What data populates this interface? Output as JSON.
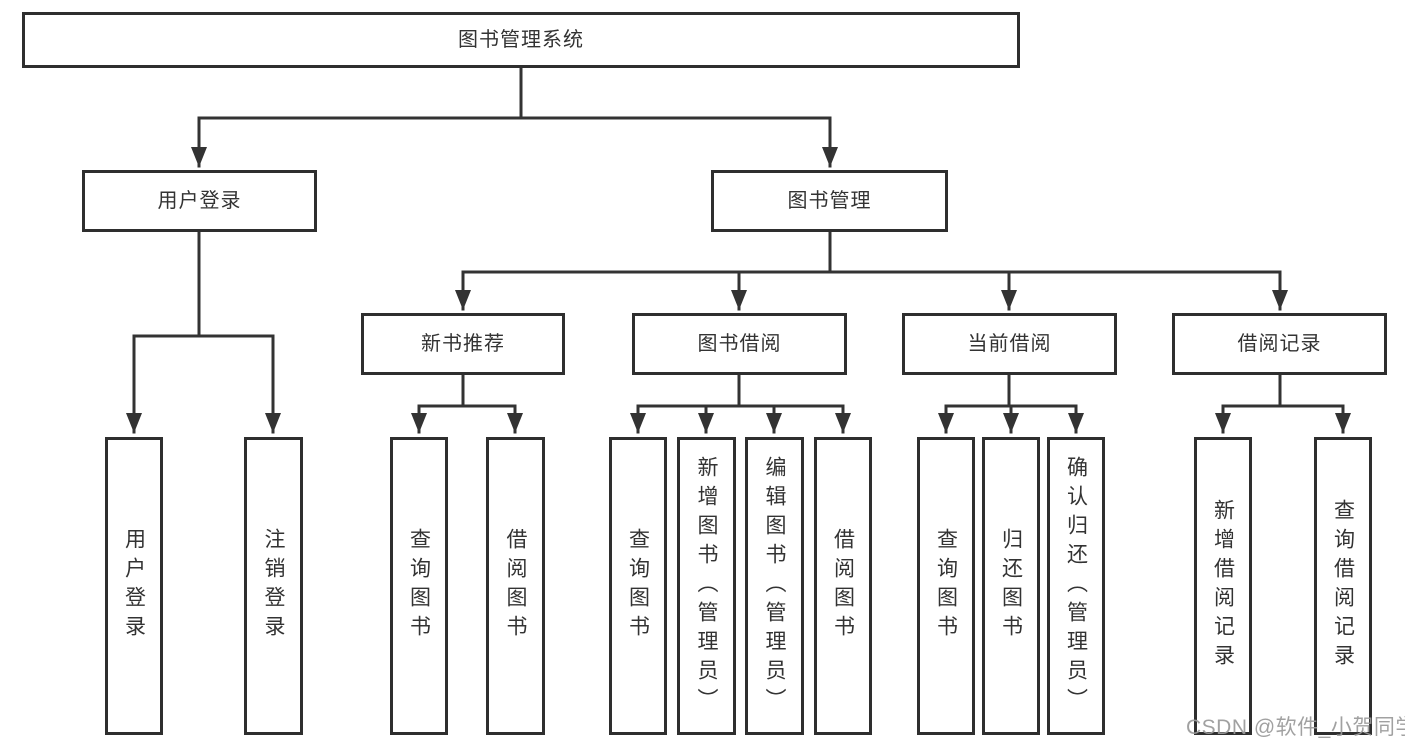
{
  "tree": {
    "root": {
      "label": "图书管理系统"
    },
    "branches": [
      {
        "label": "用户登录",
        "children": [
          {
            "label": "用户登录"
          },
          {
            "label": "注销登录"
          }
        ]
      },
      {
        "label": "图书管理",
        "children": [
          {
            "label": "新书推荐",
            "children": [
              {
                "label": "查询图书"
              },
              {
                "label": "借阅图书"
              }
            ]
          },
          {
            "label": "图书借阅",
            "children": [
              {
                "label": "查询图书"
              },
              {
                "label": "新增图书（管理员）"
              },
              {
                "label": "编辑图书（管理员）"
              },
              {
                "label": "借阅图书"
              }
            ]
          },
          {
            "label": "当前借阅",
            "children": [
              {
                "label": "查询图书"
              },
              {
                "label": "归还图书"
              },
              {
                "label": "确认归还（管理员）"
              }
            ]
          },
          {
            "label": "借阅记录",
            "children": [
              {
                "label": "新增借阅记录"
              },
              {
                "label": "查询借阅记录"
              }
            ]
          }
        ]
      }
    ]
  },
  "watermark": {
    "text": "CSDN @软件_小贺同学",
    "color": "#9a9a9a"
  },
  "colors": {
    "background": "#ffffff",
    "box_border": "#2e2e2e",
    "connector_line": "#333333",
    "text": "#333333"
  }
}
